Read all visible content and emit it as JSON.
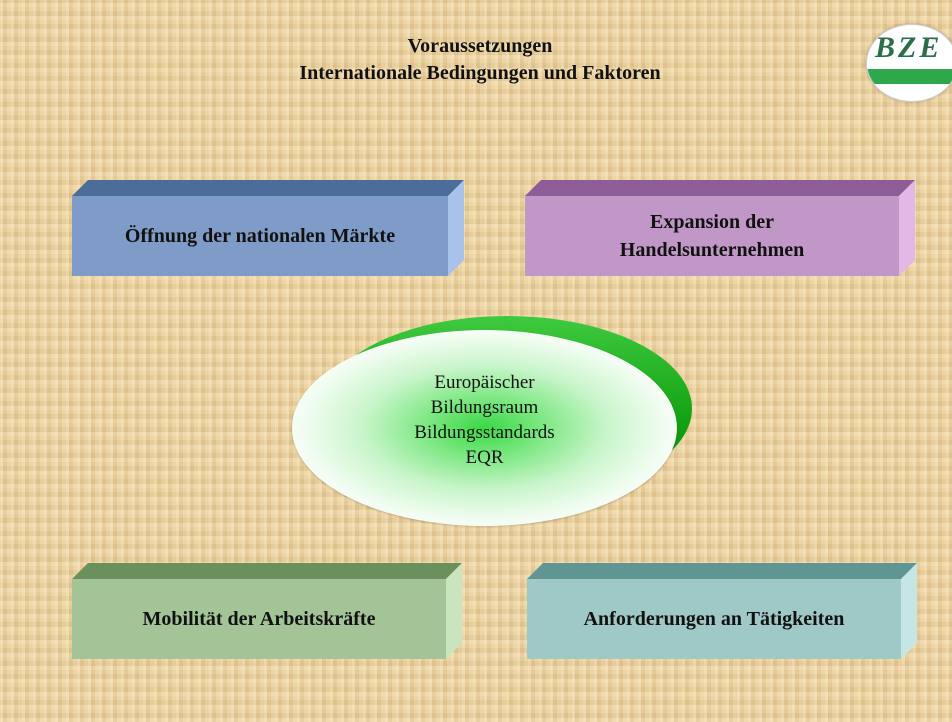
{
  "title": {
    "line1": "Voraussetzungen",
    "line2": "Internationale Bedingungen und Faktoren"
  },
  "logo": {
    "text": "BZE"
  },
  "boxes": {
    "top_left": {
      "label": "Öffnung der nationalen Märkte",
      "color": "#7f9cc8"
    },
    "top_right": {
      "label": "Expansion der\nHandelsunternehmen",
      "color": "#c197c8"
    },
    "bottom_left": {
      "label": "Mobilität der Arbeitskräfte",
      "color": "#a2c496"
    },
    "bottom_right": {
      "label": "Anforderungen an Tätigkeiten",
      "color": "#9fc9c7"
    }
  },
  "center": {
    "line1": "Europäischer",
    "line2": "Bildungsraum",
    "line3": "Bildungsstandards",
    "line4": "EQR",
    "color": "#1fb224"
  }
}
